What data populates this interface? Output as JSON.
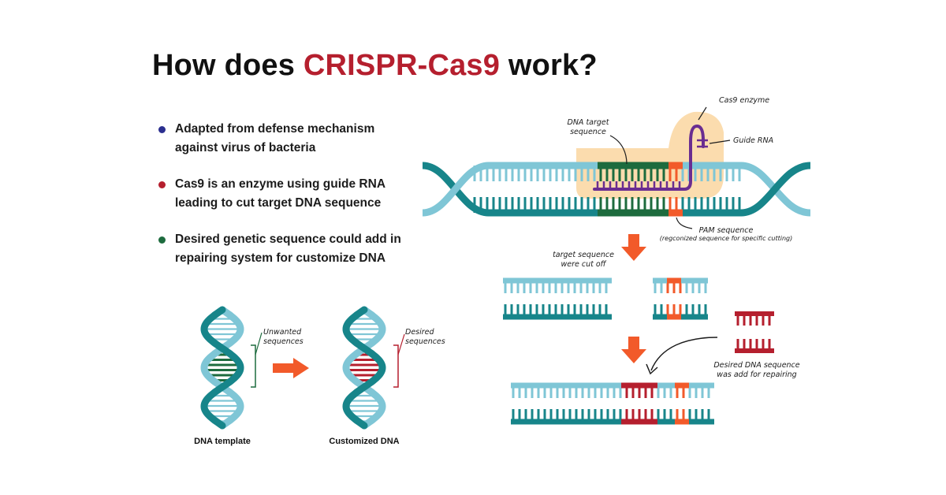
{
  "title": {
    "prefix": "How does ",
    "highlight": "CRISPR-Cas9",
    "suffix": " work?"
  },
  "bullets": [
    {
      "line1": "Adapted from defense mechanism",
      "line2": "against virus of bacteria",
      "dot_color": "#2b2f8f"
    },
    {
      "line1": "Cas9 is an enzyme using guide RNA",
      "line2": "leading to cut  target DNA sequence",
      "dot_color": "#b51f2e"
    },
    {
      "line1": "Desired genetic sequence could add in",
      "line2": "repairing system for customize DNA",
      "dot_color": "#1d6b3e"
    }
  ],
  "helix_panel": {
    "unwanted": {
      "line1": "Unwanted",
      "line2": "sequences"
    },
    "desired": {
      "line1": "Desired",
      "line2": "sequences"
    },
    "template_caption": "DNA template",
    "customized_caption": "Customized DNA"
  },
  "mechanism": {
    "cas9_label": "Cas9 enzyme",
    "dna_target": {
      "line1": "DNA target",
      "line2": "sequence"
    },
    "guide_rna_label": "Guide RNA",
    "pam": {
      "line1": "PAM sequence",
      "line2": "(regconized sequence for specific cutting)"
    },
    "cut_label": {
      "line1": "target sequence",
      "line2": "were cut off"
    },
    "repair_label": {
      "line1": "Desired DNA sequence",
      "line2": "was add for repairing"
    }
  },
  "colors": {
    "light_blue": "#7fc6d6",
    "teal": "#17858a",
    "dark_green": "#1d6b3e",
    "crimson": "#b51f2e",
    "orange": "#f25a2a",
    "purple": "#6a2d91",
    "cas9_fill": "#fbdcae",
    "title_accent": "#b51f2e"
  }
}
